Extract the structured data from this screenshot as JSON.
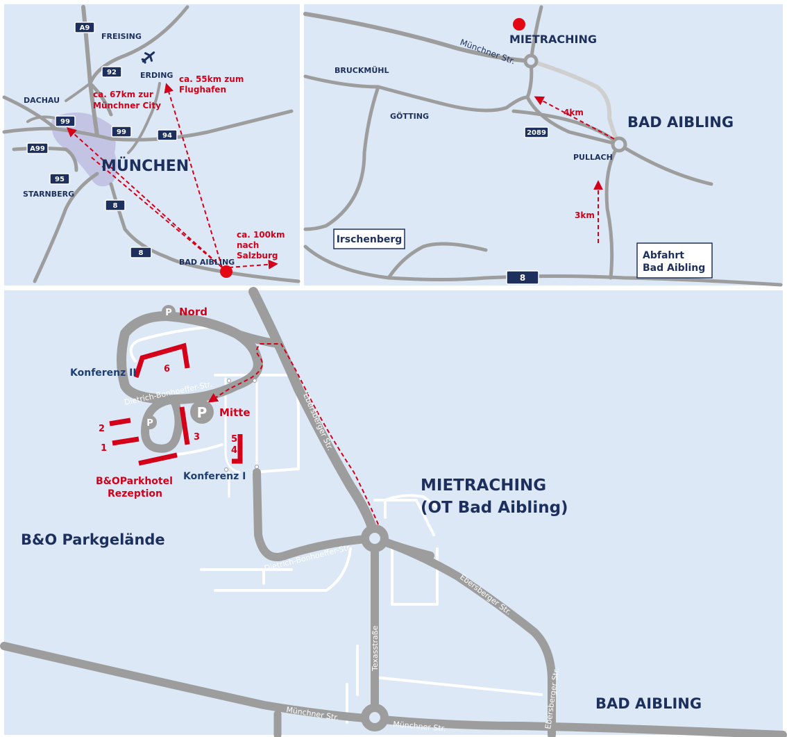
{
  "panel1": {
    "city": "MÜNCHEN",
    "places": [
      "FREISING",
      "ERDING",
      "DACHAU",
      "STARNBERG",
      "BAD AIBLING"
    ],
    "shields": [
      "A9",
      "92",
      "99",
      "99",
      "94",
      "A99",
      "95",
      "8",
      "8"
    ],
    "notes": {
      "city_line1": "ca. 67km zur",
      "city_line2": "Münchner City",
      "airport_line1": "ca. 55km zum",
      "airport_line2": "Flughafen",
      "salzburg_line1": "ca. 100km",
      "salzburg_line2": "nach",
      "salzburg_line3": "Salzburg"
    }
  },
  "panel2": {
    "destination": "MIETRACHING",
    "street": "Münchner Str.",
    "places": [
      "BRUCKMÜHL",
      "GÖTTING",
      "PULLACH"
    ],
    "city": "BAD AIBLING",
    "shields": [
      "2089",
      "8"
    ],
    "dist_4km": "4km",
    "dist_3km": "3km",
    "box_irschenberg": "Irschenberg",
    "box_exit_line1": "Abfahrt",
    "box_exit_line2": "Bad Aibling"
  },
  "panel3": {
    "parking_nord": "Nord",
    "parking_mitte": "Mitte",
    "parking_letter": "P",
    "konferenz_2": "Konferenz II",
    "konferenz_1": "Konferenz I",
    "building_numbers": [
      "6",
      "2",
      "1",
      "3",
      "5",
      "4"
    ],
    "hotel_line1": "B&OParkhotel",
    "hotel_line2": "Rezeption",
    "park_title": "B&O Parkgelände",
    "mietraching_line1": "MIETRACHING",
    "mietraching_line2": "(OT Bad Aibling)",
    "bad_aibling": "BAD AIBLING",
    "streets": {
      "dietrich_upper": "Dietrich-Bonhoeffer-Str.",
      "dietrich_lower": "Dietrich-Bonhoeffer-Str.",
      "ebersberger_upper": "Ebersberger Str.",
      "ebersberger_mid": "Ebersberger Str.",
      "ebersberger_lower": "Ebersberger Str.",
      "texasstrasse": "Texasstraße",
      "muenchner_left": "Münchner Str.",
      "muenchner_right": "Münchner Str."
    }
  },
  "colors": {
    "map_background": "#dce8f6",
    "road": "#9d9d9d",
    "accent_red": "#d4001a",
    "label_navy": "#1d2f5c",
    "city_area": "#c3c3e4"
  },
  "icons": [
    "airplane-icon",
    "location-dot-icon",
    "parking-icon"
  ]
}
